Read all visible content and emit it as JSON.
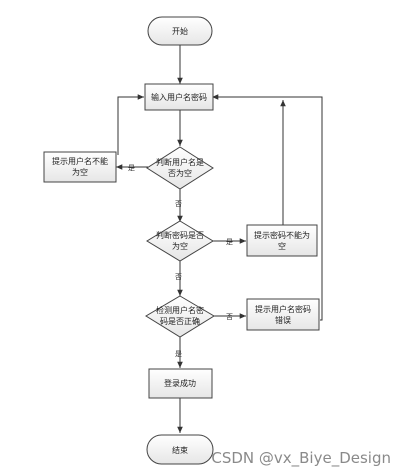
{
  "flowchart": {
    "nodes": {
      "start": "开始",
      "input": "输入用户名密码",
      "check_user_line1": "判断用户名是",
      "check_user_line2": "否为空",
      "user_empty_line1": "提示用户名不能",
      "user_empty_line2": "为空",
      "check_pwd_line1": "判断密码是否",
      "check_pwd_line2": "为空",
      "pwd_empty_line1": "提示密码不能为",
      "pwd_empty_line2": "空",
      "verify_line1": "检测用户名密",
      "verify_line2": "码是否正确",
      "wrong_line1": "提示用户名密码",
      "wrong_line2": "错误",
      "success": "登录成功",
      "end": "结束"
    },
    "edge_labels": {
      "user_yes": "是",
      "user_no": "否",
      "pwd_yes": "是",
      "pwd_no": "否",
      "verify_no": "否",
      "verify_yes": "是"
    }
  },
  "watermark": "CSDN @vx_Biye_Design",
  "colors": {
    "node_fill": "#f0f0f0",
    "node_stroke": "#444444",
    "edge": "#333333"
  }
}
